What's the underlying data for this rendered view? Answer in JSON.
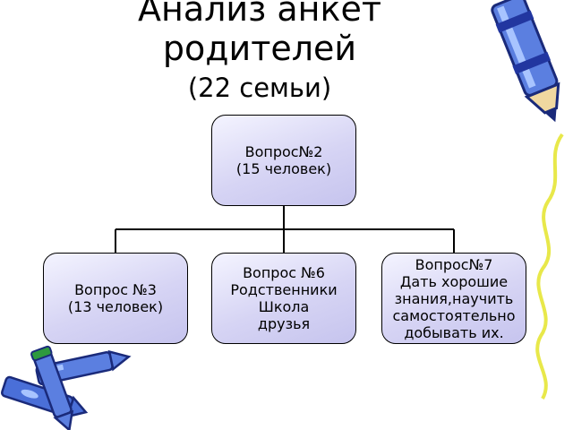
{
  "title": {
    "main": "Анализ анкет родителей",
    "sub": "(22 семьи)"
  },
  "nodes": {
    "top": {
      "lines": [
        "Вопрос№2",
        "(15 человек)"
      ]
    },
    "q3": {
      "lines": [
        "Вопрос №3",
        "(13 человек)"
      ]
    },
    "q6": {
      "lines": [
        "Вопрос №6",
        "Родственники",
        "Школа",
        "друзья"
      ]
    },
    "q7": {
      "lines": [
        "Вопрос№7",
        "Дать хорошие",
        "знания,научить",
        "самостоятельно",
        "добывать их."
      ]
    }
  },
  "colors": {
    "box_fill": "#d6d4f4",
    "pen_body": "#5b7fe0",
    "pen_dark": "#1a2a7a",
    "pen_tip": "#2e9a3e",
    "wave": "#e8e84a"
  },
  "icons": [
    "pen-icon",
    "crayon-icon",
    "wave-decoration"
  ]
}
